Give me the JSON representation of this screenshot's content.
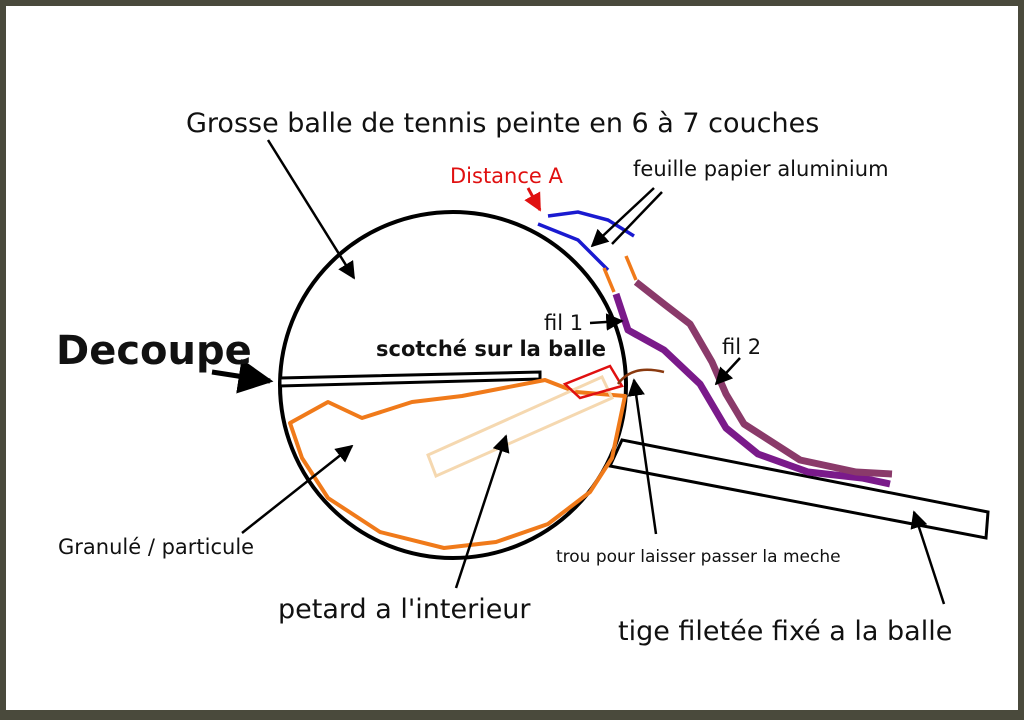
{
  "labels": {
    "title": "Grosse balle de tennis peinte en 6 à 7 couches",
    "distance_a": "Distance A",
    "foil": "feuille papier aluminium",
    "decoupe": "Decoupe",
    "fil1": "fil 1",
    "fil2": "fil 2",
    "scotch": "scotché sur la balle",
    "granule": "Granulé / particule",
    "trou": "trou pour laisser passer la meche",
    "petard": "petard a l'interieur",
    "tige": "tige filetée fixé a la balle"
  },
  "colors": {
    "outline": "#000000",
    "orange": "#f07a1a",
    "blue": "#1a1ad0",
    "purple": "#7a1a8a",
    "red": "#e01010",
    "fuse_brown": "#8a3a10",
    "petard_fill": "#f5d8b0"
  }
}
